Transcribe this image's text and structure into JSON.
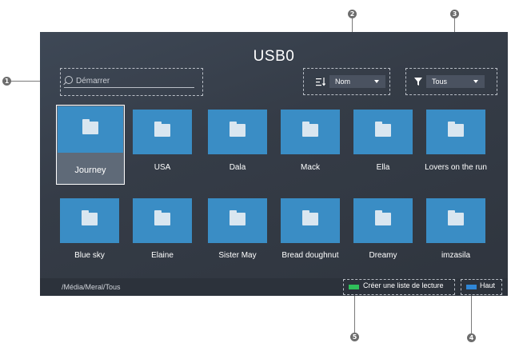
{
  "screen": {
    "title": "USB0"
  },
  "search": {
    "placeholder": "Démarrer"
  },
  "sort": {
    "value": "Nom"
  },
  "filter": {
    "value": "Tous"
  },
  "folders": [
    "Journey",
    "USA",
    "Dala",
    "Mack",
    "Ella",
    "Lovers on the run",
    "Blue sky",
    "Elaine",
    "Sister May",
    "Bread doughnut",
    "Dreamy",
    "imzasila"
  ],
  "bottom": {
    "path": "/Média/Meral/Tous",
    "green_key_label": "Créer une liste de lecture",
    "blue_key_label": "Haut"
  },
  "callouts": {
    "c1": "1",
    "c2": "2",
    "c3": "3",
    "c4": "4",
    "c5": "5"
  },
  "colors": {
    "folder_tile": "#3a8dc5",
    "green_key": "#2fbf5a",
    "blue_key": "#2f86d6",
    "screen_bg": "#353c47"
  },
  "icons": {
    "search": "search-icon",
    "sort": "sort-icon",
    "filter": "filter-icon",
    "folder": "folder-icon"
  }
}
